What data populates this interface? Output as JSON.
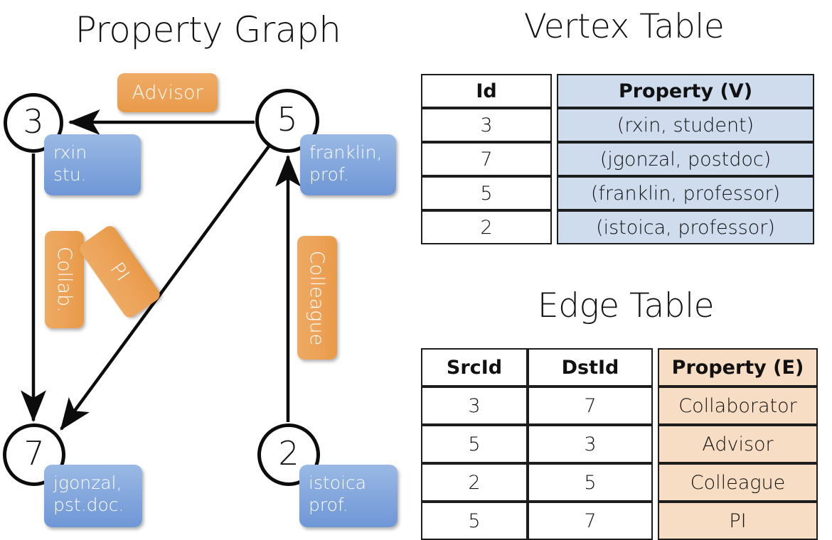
{
  "titles": {
    "property_graph": "Property Graph",
    "vertex_table": "Vertex Table",
    "edge_table": "Edge Table"
  },
  "colors": {
    "node_stroke": "#0c0c0c",
    "vertex_box": "#86a9de",
    "edge_label_box": "#eda35a",
    "vertex_table_header": "#cfdcee",
    "edge_table_header": "#f6ddc3",
    "text_on_box": "#ffffff",
    "text": "#111111"
  },
  "graph": {
    "nodes": [
      {
        "id": "3",
        "property_line1": "rxin",
        "property_line2": "stu."
      },
      {
        "id": "5",
        "property_line1": "franklin,",
        "property_line2": "prof."
      },
      {
        "id": "7",
        "property_line1": "jgonzal,",
        "property_line2": "pst.doc."
      },
      {
        "id": "2",
        "property_line1": "istoica",
        "property_line2": "prof."
      }
    ],
    "edge_labels": [
      {
        "key": "advisor",
        "text": "Advisor",
        "orientation": "horizontal"
      },
      {
        "key": "collab",
        "text": "Collab.",
        "orientation": "vertical"
      },
      {
        "key": "pi",
        "text": "PI",
        "orientation": "rotated"
      },
      {
        "key": "colleague",
        "text": "Colleague",
        "orientation": "vertical"
      }
    ],
    "edges": [
      {
        "from": "5",
        "to": "3",
        "label": "Advisor"
      },
      {
        "from": "3",
        "to": "7",
        "label": "Collab."
      },
      {
        "from": "5",
        "to": "7",
        "label": "PI"
      },
      {
        "from": "2",
        "to": "5",
        "label": "Colleague"
      }
    ]
  },
  "vertex_table": {
    "columns": [
      "Id",
      "Property (V)"
    ],
    "rows": [
      {
        "id": "3",
        "property": "(rxin, student)"
      },
      {
        "id": "7",
        "property": "(jgonzal, postdoc)"
      },
      {
        "id": "5",
        "property": "(franklin, professor)"
      },
      {
        "id": "2",
        "property": "(istoica, professor)"
      }
    ]
  },
  "edge_table": {
    "columns": [
      "SrcId",
      "DstId",
      "Property (E)"
    ],
    "rows": [
      {
        "src": "3",
        "dst": "7",
        "property": "Collaborator"
      },
      {
        "src": "5",
        "dst": "3",
        "property": "Advisor"
      },
      {
        "src": "2",
        "dst": "5",
        "property": "Colleague"
      },
      {
        "src": "5",
        "dst": "7",
        "property": "PI"
      }
    ]
  }
}
